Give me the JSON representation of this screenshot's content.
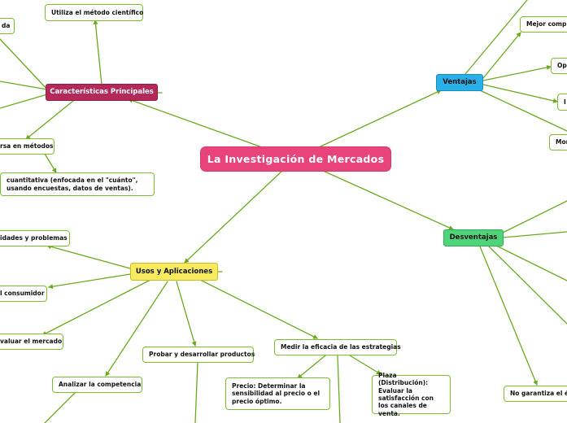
{
  "central": {
    "label": "La Investigación de Mercados",
    "color": "#e8437b"
  },
  "colors": {
    "link": "#6aaa1f",
    "node_border": "#7cbf2e",
    "caracteristicas": "#b5285a",
    "ventajas": "#2ab0e8",
    "desventajas": "#50d47a",
    "usos": "#f7ea5f"
  },
  "branches": {
    "caracteristicas": {
      "label": "Características Principales",
      "children": [
        "Utiliza el método científico",
        "da",
        "rsa en métodos",
        "cuantitativa (enfocada en el \"cuánto\", usando encuestas, datos de ventas)."
      ]
    },
    "ventajas": {
      "label": "Ventajas",
      "children": [
        "Mejor compr",
        "Op",
        "I",
        "Mon"
      ]
    },
    "desventajas": {
      "label": "Desventajas",
      "children": [
        "No garantiza el éx"
      ]
    },
    "usos": {
      "label": "Usos y Aplicaciones",
      "children": [
        "idades y problemas",
        "l consumidor",
        "valuar el mercado",
        "Analizar la competencia",
        "Probar y desarrollar productos",
        "Medir la eficacia de las estrategias"
      ],
      "eficacia_children": [
        "Precio: Determinar la sensibilidad al precio o el precio óptimo.",
        "Plaza (Distribución): Evaluar la satisfacción con los canales de venta."
      ]
    }
  }
}
